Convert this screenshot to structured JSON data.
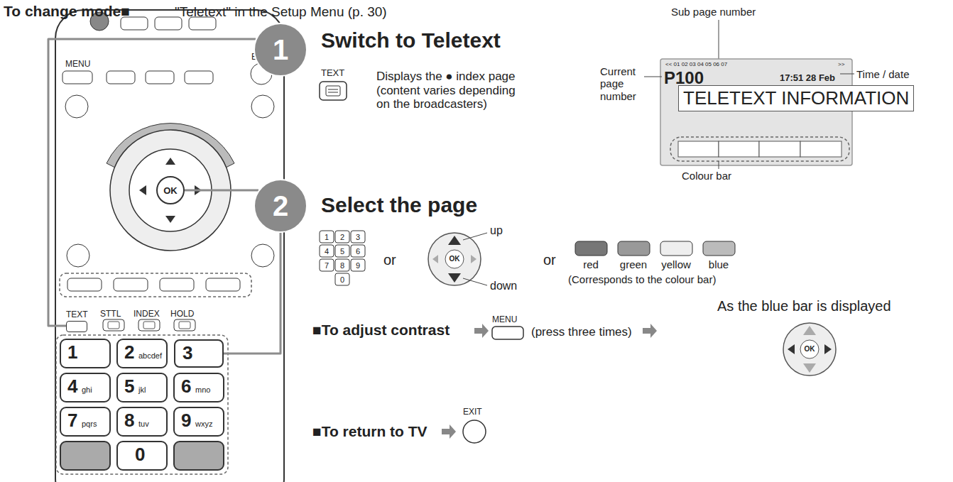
{
  "diagram": {
    "nodes": [
      {
        "text": [
          "1"
        ]
      },
      {
        "text": [
          "2"
        ]
      },
      {
        "text": [
          "TEXT"
        ]
      },
      {
        "text": [
          "OK"
        ]
      },
      {
        "text": [
          "3"
        ]
      },
      {
        "text": [
          "TELETEXT INFORMATION"
        ]
      }
    ],
    "edges": [
      {
        "from": 0,
        "to": 2,
        "arrow": "none"
      },
      {
        "from": 1,
        "to": 3,
        "arrow": "none"
      },
      {
        "from": 1,
        "to": 4,
        "arrow": "none"
      }
    ],
    "labels": [
      "To change mode■",
      "\"Teletext\" in the Setup Menu (p. 30)",
      "MENU",
      "EXIT",
      "STTL",
      "INDEX",
      "HOLD",
      "1",
      "2",
      "abcdef",
      "4",
      "ghi",
      "5",
      "jkl",
      "6",
      "mno",
      "7",
      "pqrs",
      "8",
      "tuv",
      "9",
      "wxyz",
      "0",
      "Switch to Teletext",
      "TEXT",
      "Displays the ● index page (content varies depending on the broadcasters)",
      "Sub page number",
      "<< 01 02 03 04 05 06 07",
      ">>",
      "Current page number",
      "P100",
      "17:51 28 Feb",
      "Time / date",
      "Colour bar",
      "Select the page",
      "1",
      "2",
      "3",
      "4",
      "5",
      "6",
      "7",
      "8",
      "9",
      "0",
      "or",
      "up",
      "OK",
      "down",
      "or",
      "red",
      "green",
      "yellow",
      "blue",
      "(Corresponds to the colour bar)",
      "■To adjust contrast",
      "MENU",
      "(press three times)",
      "As the blue bar is displayed",
      "OK",
      "■To return to TV",
      "EXIT"
    ]
  }
}
